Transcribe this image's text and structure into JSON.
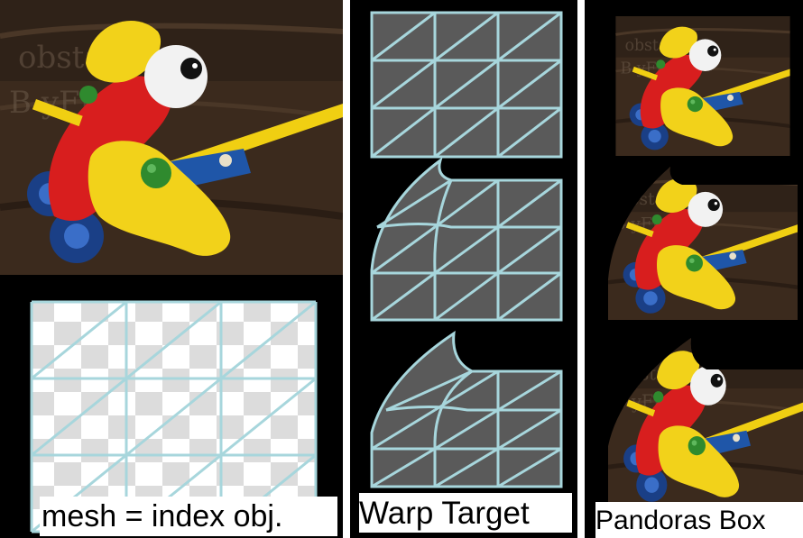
{
  "panels": [
    {
      "label": "mesh = index obj."
    },
    {
      "label": "Warp Target"
    },
    {
      "label": "Pandoras Box"
    }
  ],
  "colors": {
    "background": "#000000",
    "mesh_line": "#a7d6dc",
    "mesh_fill": "#5a5a5a",
    "checker_light": "#ffffff",
    "checker_dark": "#dcdcdc",
    "toy_red": "#d81e1e",
    "toy_yellow": "#f2d21a",
    "toy_blue": "#1f56a8",
    "toy_green": "#2f8a2e",
    "wood": "#3a2a1c"
  }
}
